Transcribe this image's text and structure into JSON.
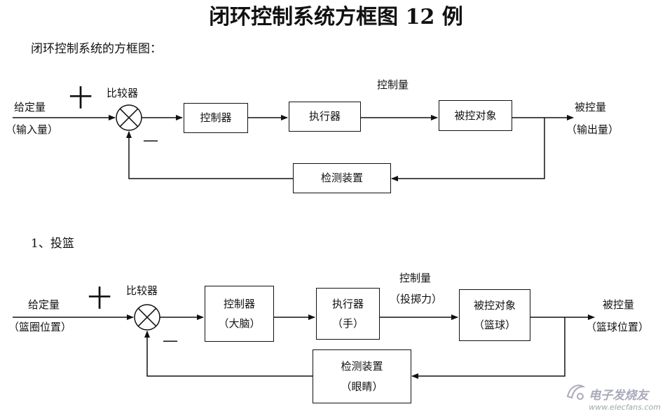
{
  "title": "闭环控制系统方框图 12 例",
  "section1": {
    "caption": "闭环控制系统的方框图：",
    "input_label": "给定量",
    "input_sublabel": "（输入量）",
    "plus": "十",
    "minus": "—",
    "comparator_label": "比较器",
    "controller": "控制器",
    "actuator": "执行器",
    "control_quantity": "控制量",
    "plant": "被控对象",
    "output_label": "被控量",
    "output_sublabel": "（输出量）",
    "sensor": "检测装置"
  },
  "section2": {
    "heading": "1、投篮",
    "input_label": "给定量",
    "input_sublabel": "（篮圈位置）",
    "plus": "十",
    "minus": "—",
    "comparator_label": "比较器",
    "controller": "控制器",
    "controller_sub": "（大脑）",
    "actuator": "执行器",
    "actuator_sub": "（手）",
    "control_quantity": "控制量",
    "control_quantity_sub": "（投掷力）",
    "plant": "被控对象",
    "plant_sub": "（篮球）",
    "output_label": "被控量",
    "output_sublabel": "（篮球位置）",
    "sensor": "检测装置",
    "sensor_sub": "（眼睛）"
  },
  "watermark": {
    "cn": "电子发烧友",
    "en": "www.elecfans.com"
  }
}
